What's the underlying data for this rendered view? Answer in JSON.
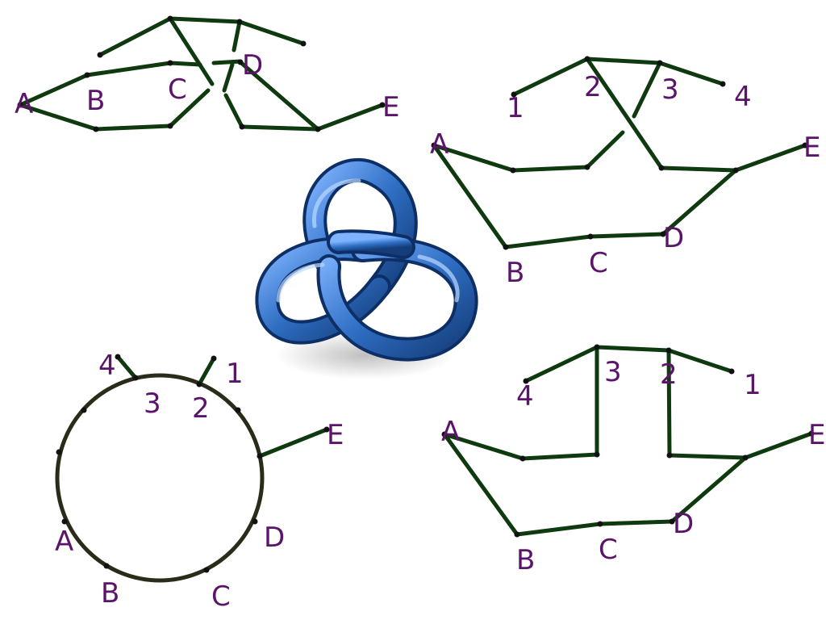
{
  "diagrams": {
    "top_left": {
      "labels": {
        "A": "A",
        "B": "B",
        "C": "C",
        "D": "D",
        "E": "E"
      }
    },
    "top_right": {
      "labels": {
        "n1": "1",
        "n2": "2",
        "n3": "3",
        "n4": "4",
        "A": "A",
        "B": "B",
        "C": "C",
        "D": "D",
        "E": "E"
      }
    },
    "bottom_left": {
      "labels": {
        "n1": "1",
        "n2": "2",
        "n3": "3",
        "n4": "4",
        "A": "A",
        "B": "B",
        "C": "C",
        "D": "D",
        "E": "E"
      }
    },
    "bottom_right": {
      "labels": {
        "n1": "1",
        "n2": "2",
        "n3": "3",
        "n4": "4",
        "A": "A",
        "B": "B",
        "C": "C",
        "D": "D",
        "E": "E"
      }
    }
  },
  "colors": {
    "edge": "#0f3a0f",
    "label": "#5a1469",
    "knot": "#2f6fc4",
    "circle": "#2b2b1a"
  },
  "center_image": {
    "icon": "trefoil-knot-icon"
  }
}
